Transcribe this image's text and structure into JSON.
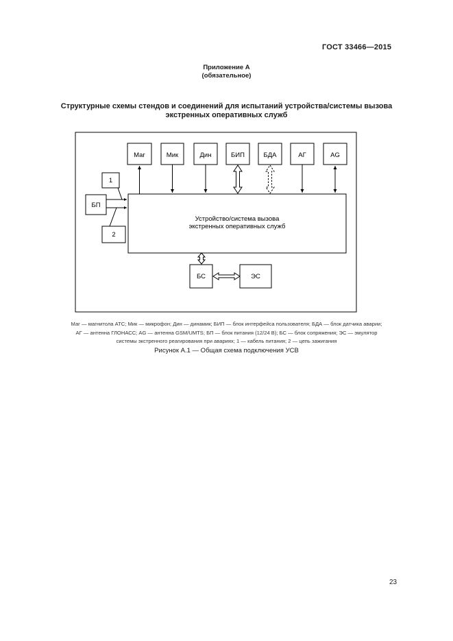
{
  "header": {
    "standard": "ГОСТ 33466—2015"
  },
  "annex": {
    "title": "Приложение А",
    "note": "(обязательное)"
  },
  "section_title": {
    "line1": "Структурные схемы стендов и соединений для испытаний устройства/системы вызова",
    "line2": "экстренных оперативных служб"
  },
  "diagram": {
    "top_blocks": [
      "Маг",
      "Мик",
      "Дин",
      "БИП",
      "БДА",
      "АГ",
      "AG"
    ],
    "main_block": {
      "line1": "Устройство/система вызова",
      "line2": "экстренных оперативных служб"
    },
    "power_block": "БП",
    "cable_1": "1",
    "cable_2": "2",
    "interface_block": "БС",
    "emulator_block": "ЭС"
  },
  "legend": {
    "line1": "Маг — магнитола АТС; Мик — микрофон; Дин — динамик; БИП — блок интерфейса пользователя; БДА — блок датчика аварии;",
    "line2": "АГ — антенна ГЛОНАСС; AG — антенна GSM/UMTS; БП — блок питания (12/24 В); БС — блок сопряжения; ЭС — эмулятор",
    "line3": "системы экстренного реагирования при авариях; 1 — кабель питания; 2 — цепь зажигания"
  },
  "figure_caption": "Рисунок А.1 — Общая схема подключения УСВ",
  "page_number": "23"
}
